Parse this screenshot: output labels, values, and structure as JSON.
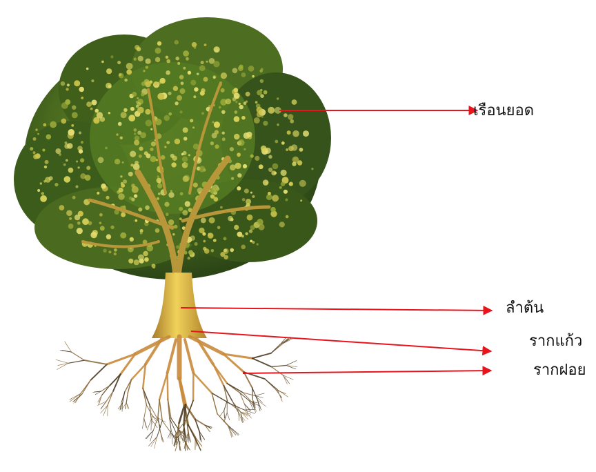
{
  "labels": {
    "crown": "เรือนยอด",
    "trunk": "ลำต้น",
    "taproot": "รากแก้ว",
    "fibrous_roots": "รากฝอย"
  },
  "colors": {
    "arrow": "#e8141b",
    "foliage_dark": "#2f4a18",
    "foliage_mid": "#5d7d22",
    "foliage_light": "#d8d25a",
    "trunk": "#e2c24a",
    "root": "#c98a3c",
    "root_dark": "#4a3a22"
  }
}
